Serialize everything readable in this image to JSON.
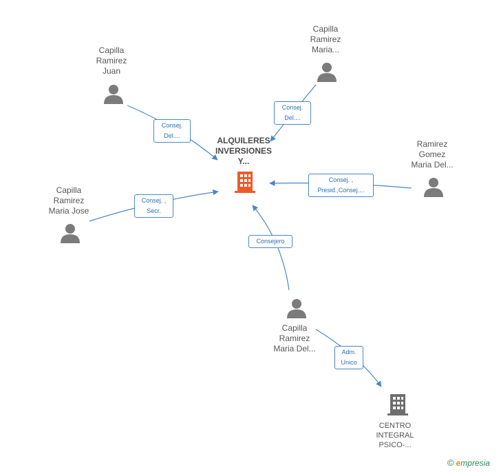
{
  "nodes": {
    "center": {
      "lines": [
        "ALQUILERES",
        "INVERSIONES",
        "Y..."
      ],
      "color": "#f05a28"
    },
    "capilla_juan": {
      "lines": [
        "Capilla",
        "Ramirez",
        "Juan"
      ]
    },
    "capilla_maria_top": {
      "lines": [
        "Capilla",
        "Ramirez",
        "Maria..."
      ]
    },
    "ramirez_gomez": {
      "lines": [
        "Ramirez",
        "Gomez",
        "Maria Del..."
      ]
    },
    "capilla_maria_jose": {
      "lines": [
        "Capilla",
        "Ramirez",
        "Maria Jose"
      ]
    },
    "capilla_maria_del": {
      "lines": [
        "Capilla",
        "Ramirez",
        "Maria Del..."
      ]
    },
    "centro": {
      "lines": [
        "CENTRO",
        "INTEGRAL",
        "PSICO-..."
      ],
      "color": "#6e6e6e"
    }
  },
  "edges": {
    "juan": [
      "Consej.",
      "Del...."
    ],
    "maria_top": [
      "Consej.",
      "Del...."
    ],
    "gomez": [
      "Consej. ,",
      "Presid.,Consej...."
    ],
    "jose": [
      "Consej. ,",
      "Secr."
    ],
    "consejero": [
      "Consejero"
    ],
    "adm": [
      "Adm.",
      "Unico"
    ]
  },
  "colors": {
    "edge": "#4a86c8",
    "person": "#7b7b7b"
  },
  "footer": {
    "copyright": "©",
    "brand_e": "e",
    "brand_rest": "mpresia"
  }
}
